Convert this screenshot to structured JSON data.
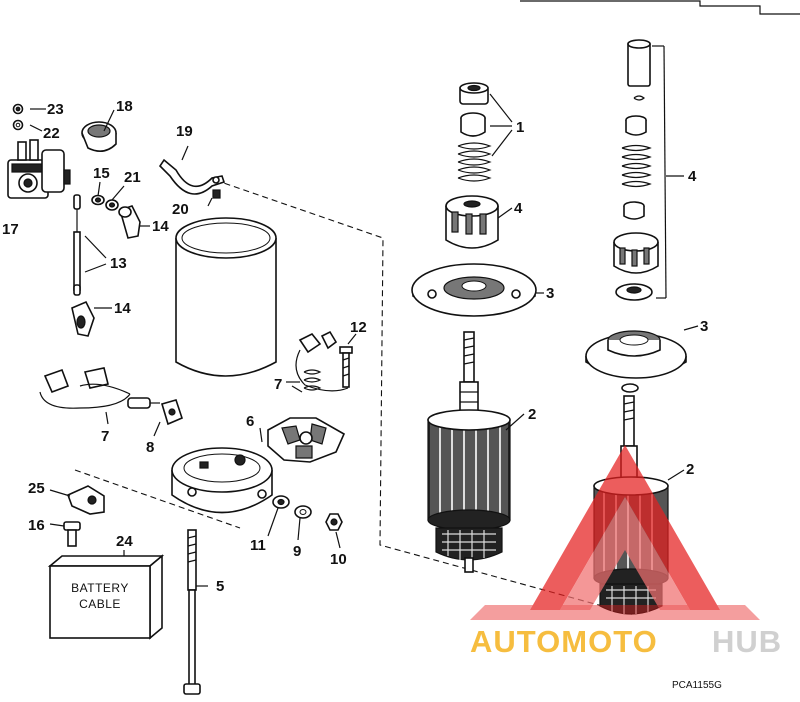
{
  "callouts": {
    "c1": "1",
    "c2a": "2",
    "c2b": "2",
    "c3a": "3",
    "c3b": "3",
    "c4a": "4",
    "c4b": "4",
    "c5": "5",
    "c6": "6",
    "c7a": "7",
    "c7b": "7",
    "c8": "8",
    "c9": "9",
    "c10": "10",
    "c11": "11",
    "c12": "12",
    "c13": "13",
    "c14a": "14",
    "c14b": "14",
    "c15": "15",
    "c16": "16",
    "c17": "17",
    "c18": "18",
    "c19": "19",
    "c20": "20",
    "c21": "21",
    "c22": "22",
    "c23": "23",
    "c24": "24",
    "c25": "25"
  },
  "battery_box": {
    "line1": "BATTERY",
    "line2": "CABLE"
  },
  "figure_code": "PCA1155G",
  "watermark": {
    "part1": "AUTOMOTO",
    "part2": "HUB",
    "color_primary": "#f5b21e",
    "color_secondary": "#c8c8c8",
    "triangle_color": "#e62020"
  }
}
